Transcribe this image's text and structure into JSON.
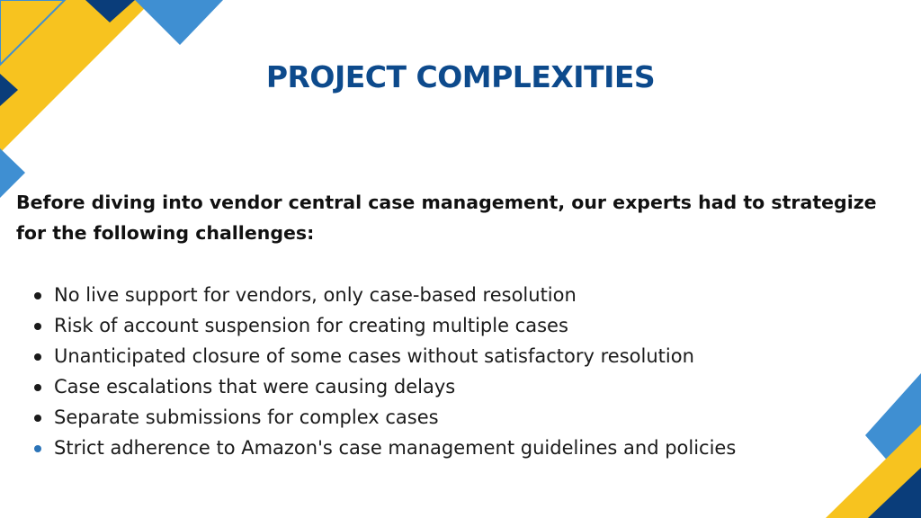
{
  "title": "PROJECT COMPLEXITIES",
  "intro": "Before diving into vendor central case management, our experts had to strategize for the following challenges:",
  "bullets": [
    "No live support for vendors, only case-based resolution",
    "Risk of account suspension for creating multiple cases",
    "Unanticipated closure of some cases without satisfactory resolution",
    "Case escalations that were causing delays",
    "Separate submissions for complex cases",
    "Strict adherence to Amazon's case management guidelines and policies"
  ],
  "colors": {
    "title": "#0d4a8c",
    "yellow": "#f7c31f",
    "light_blue": "#3f8fd2",
    "navy": "#0a3d7a"
  }
}
